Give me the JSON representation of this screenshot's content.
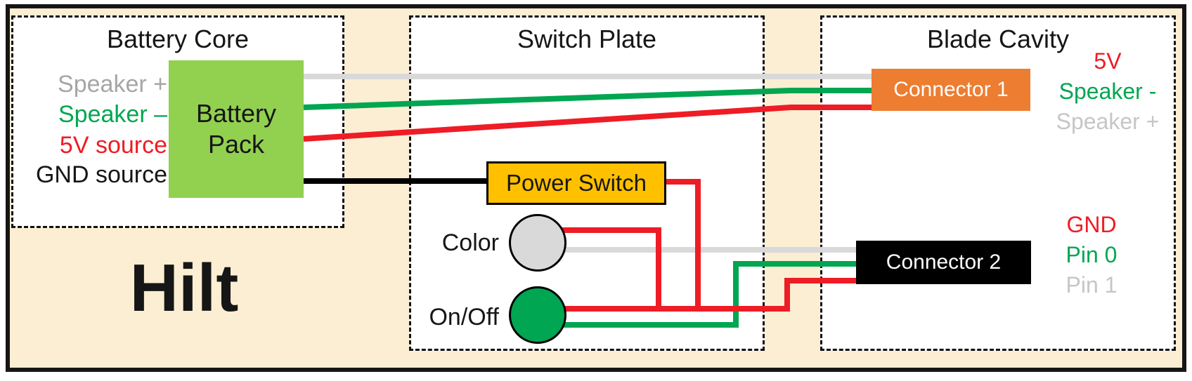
{
  "diagram_title": "Hilt",
  "sections": {
    "battery_core": "Battery Core",
    "switch_plate": "Switch Plate",
    "blade_cavity": "Blade Cavity"
  },
  "components": {
    "battery_pack_line1": "Battery",
    "battery_pack_line2": "Pack",
    "power_switch": "Power Switch",
    "connector_1": "Connector 1",
    "connector_2": "Connector 2"
  },
  "switch_labels": {
    "color": "Color",
    "on_off": "On/Off"
  },
  "battery_outputs": [
    {
      "label": "Speaker +",
      "color": "#A6A6A6"
    },
    {
      "label": "Speaker –",
      "color": "#00A651"
    },
    {
      "label": "5V source",
      "color": "#EE1C25"
    },
    {
      "label": "GND source",
      "color": "#161616"
    }
  ],
  "connector1_pins": [
    {
      "label": "5V",
      "color": "#EE1C25"
    },
    {
      "label": "Speaker -",
      "color": "#00A651"
    },
    {
      "label": "Speaker +",
      "color": "#C6C6C6"
    }
  ],
  "connector2_pins": [
    {
      "label": "GND",
      "color": "#EE1C25"
    },
    {
      "label": "Pin 0",
      "color": "#00A651"
    },
    {
      "label": "Pin 1",
      "color": "#C6C6C6"
    }
  ],
  "palette": {
    "background_cream": "#FBEED3",
    "battery_pack_green": "#92D050",
    "power_switch_gold": "#FFC000",
    "connector1_orange": "#ED7D31",
    "connector2_black": "#000000",
    "wire_red": "#EE1C25",
    "wire_green": "#00A651",
    "wire_gray": "#D9D9D9",
    "wire_black": "#000000"
  }
}
